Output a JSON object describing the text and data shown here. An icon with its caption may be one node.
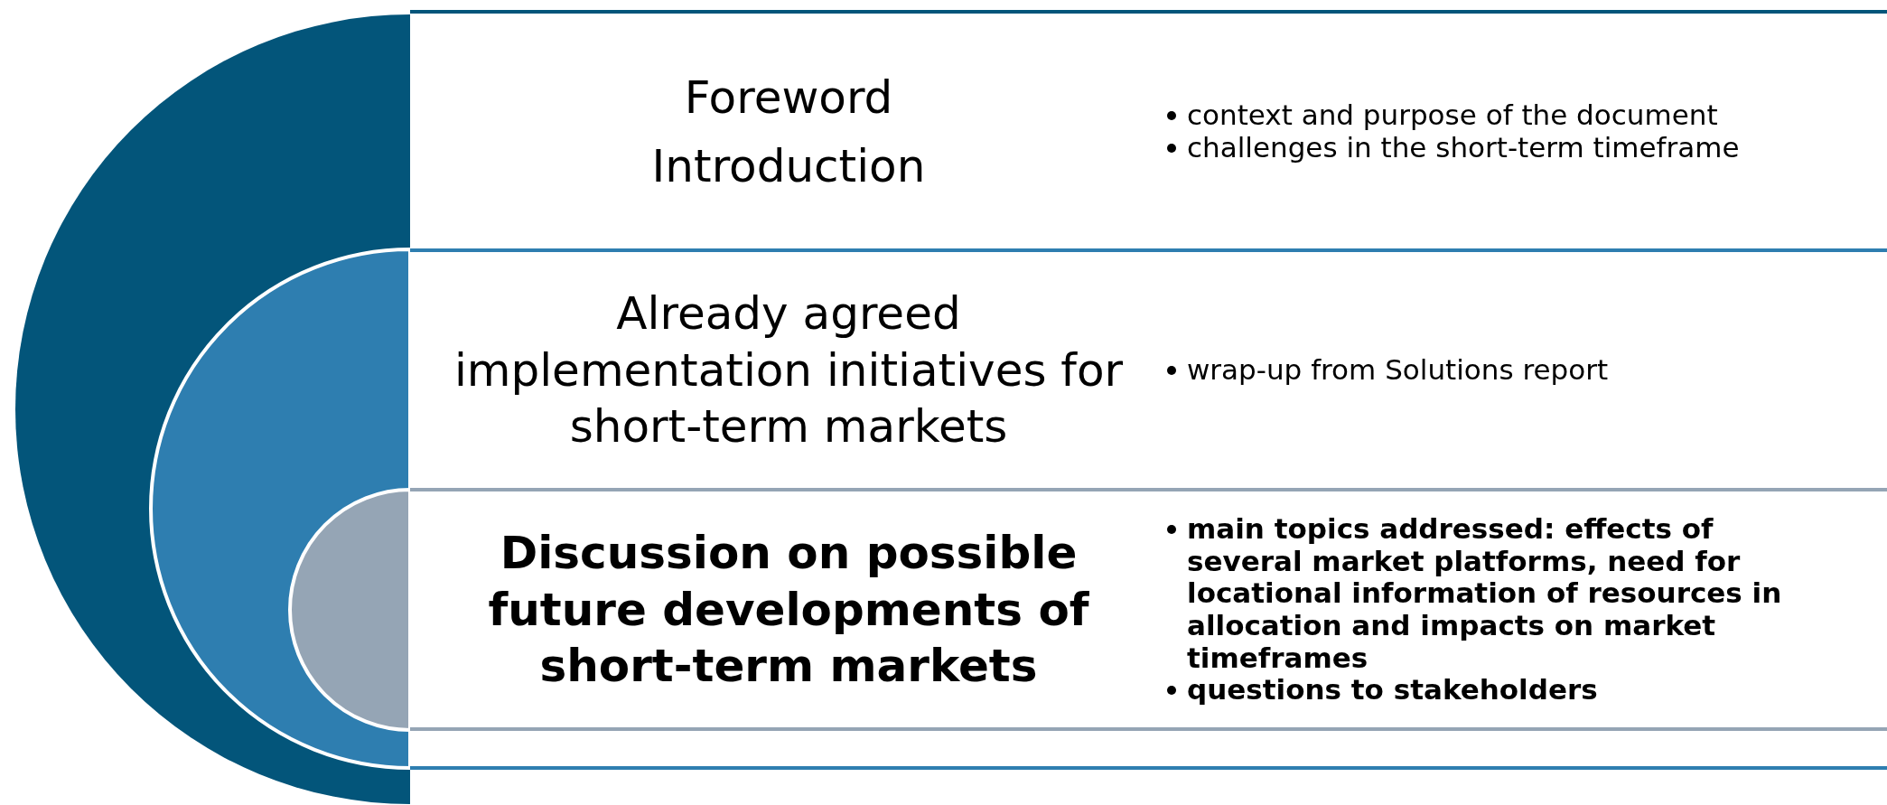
{
  "diagram": {
    "nodes": [
      {
        "text": [
          "Foreword",
          "Introduction",
          "context and purpose of the document",
          "challenges in the short-term timeframe"
        ]
      },
      {
        "text": [
          "Already agreed implementation initiatives for short-term markets",
          "wrap-up from Solutions report"
        ]
      },
      {
        "text": [
          "Discussion on possible future developments of short-term markets",
          "main topics addressed: effects of several market platforms, need for locational information of resources in allocation and impacts on market timeframes",
          "questions to stakeholders"
        ]
      }
    ]
  }
}
